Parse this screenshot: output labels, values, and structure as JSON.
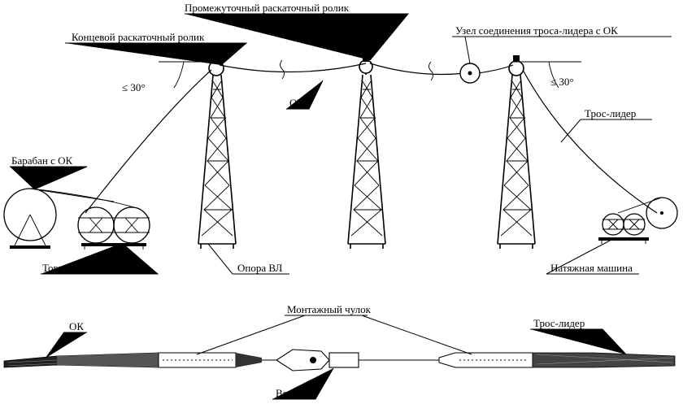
{
  "labels": {
    "intermediate_roller": "Промежуточный раскаточный ролик",
    "end_roller": "Концевой раскаточный ролик",
    "leader_joint": "Узел соединения троса-лидера с ОК",
    "angle_left": "≤ 30°",
    "angle_right": "≤ 30°",
    "ok_top": "ОК",
    "leader_top": "Трос-лидер",
    "drum": "Барабан с ОК",
    "brake_machine": "Тормозная машина",
    "tower": "Опора ВЛ",
    "tension_machine": "Натяжная машина",
    "stocking": "Монтажный чулок",
    "ok_bottom": "ОК",
    "leader_bottom": "Трос-лидер",
    "swivel": "Вертлюг"
  }
}
